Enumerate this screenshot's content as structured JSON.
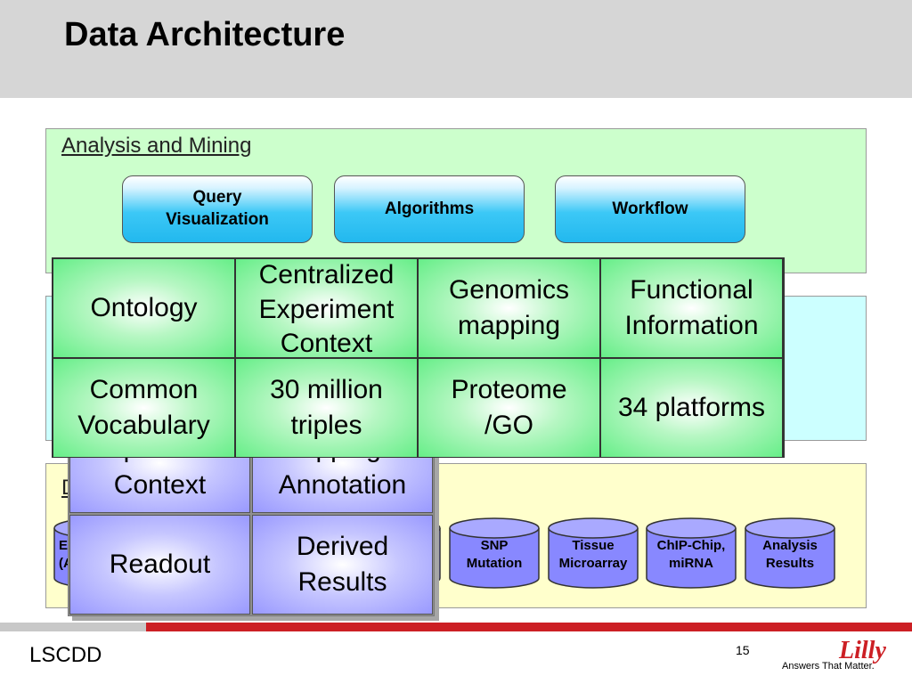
{
  "title": "Data Architecture",
  "panels": {
    "analysis": {
      "label": "Analysis and Mining",
      "buttons": [
        {
          "label": "Query\nVisualization"
        },
        {
          "label": "Algorithms"
        },
        {
          "label": "Workflow"
        }
      ]
    },
    "data": {
      "label_partial": "D",
      "databases": [
        {
          "label": "E\n(A"
        },
        {
          "label": "SNP\nMutation"
        },
        {
          "label": "Tissue\nMicroarray"
        },
        {
          "label": "ChIP-Chip,\nmiRNA"
        },
        {
          "label": "Analysis\nResults"
        }
      ]
    }
  },
  "purple_table": {
    "cells": [
      "Experiment\nContext",
      "Mapping &\nAnnotation",
      "Readout",
      "Derived\nResults"
    ]
  },
  "green_table": {
    "cells": [
      "Ontology",
      "Centralized\nExperiment\nContext",
      "Genomics\nmapping",
      "Functional\nInformation",
      "Common\nVocabulary",
      "30 million\ntriples",
      "Proteome\n/GO",
      "34 platforms"
    ]
  },
  "footer": {
    "left_text": "LSCDD",
    "page_number": "15",
    "logo_text": "Lilly",
    "tagline": "Answers That Matter."
  },
  "colors": {
    "title_bar": "#d6d6d6",
    "analysis_panel": "#ccffcc",
    "middle_panel": "#ccffff",
    "data_panel": "#ffffcc",
    "brand_red": "#cc1f24"
  }
}
